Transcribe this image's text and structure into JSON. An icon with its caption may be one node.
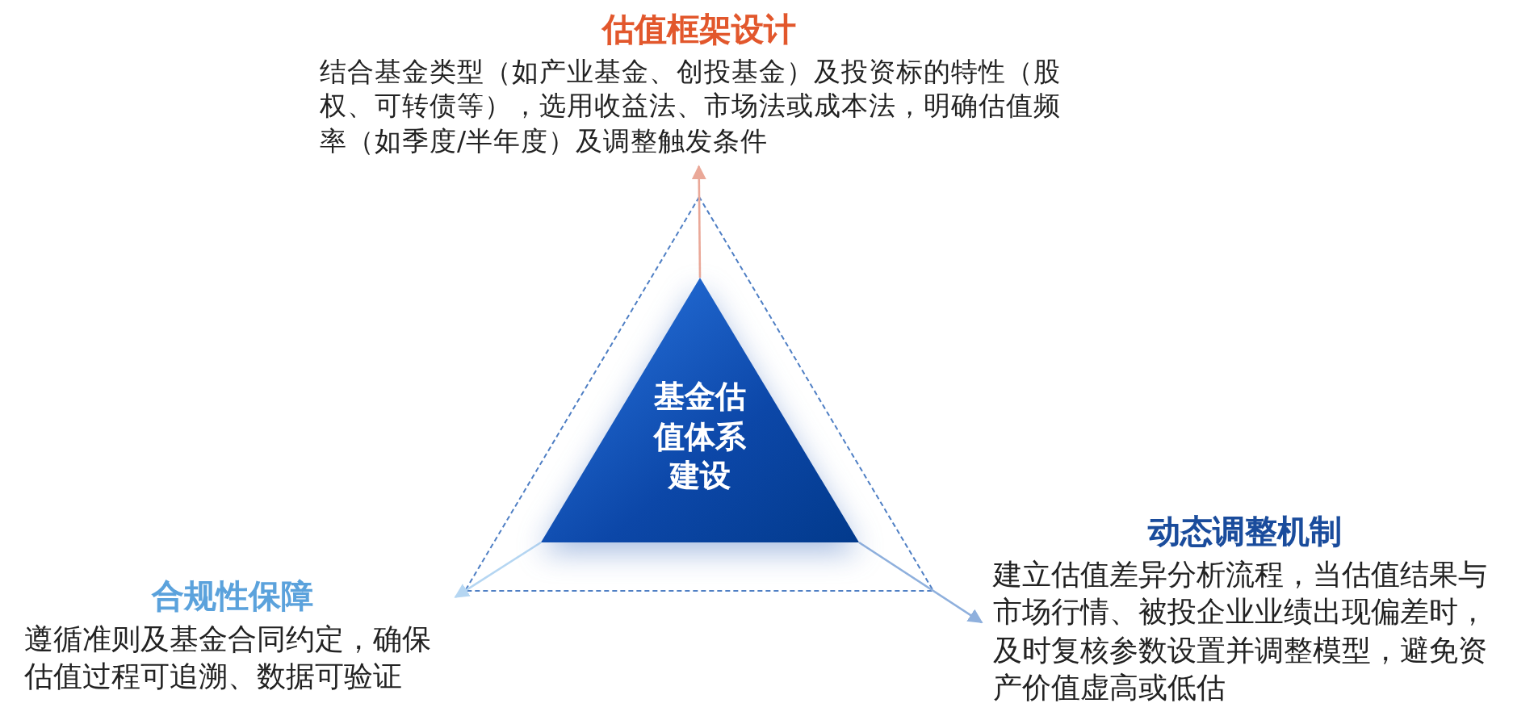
{
  "diagram": {
    "nodes": [
      {
        "text": [
          "基金估值体系建设"
        ]
      },
      {
        "text": [
          "估值框架设计",
          "结合基金类型（如产业基金、创投基金）及投资标的特性（股权、可转债等），选用收益法、市场法或成本法，明确估值频率（如季度/半年度）及调整触发条件"
        ]
      },
      {
        "text": [
          "动态调整机制",
          "建立估值差异分析流程，当估值结果与市场行情、被投企业业绩出现偏差时，及时复核参数设置并调整模型，避免资产价值虚高或低估"
        ]
      },
      {
        "text": [
          "合规性保障",
          "遵循准则及基金合同约定，确保估值过程可追溯、数据可验证"
        ]
      }
    ],
    "edges": [
      {
        "from": 0,
        "to": 1,
        "arrow": "to",
        "color": "#eaa898"
      },
      {
        "from": 0,
        "to": 2,
        "arrow": "to",
        "color": "#8fb0dd"
      },
      {
        "from": 0,
        "to": 3,
        "arrow": "to",
        "color": "#b5d6f2"
      }
    ]
  }
}
